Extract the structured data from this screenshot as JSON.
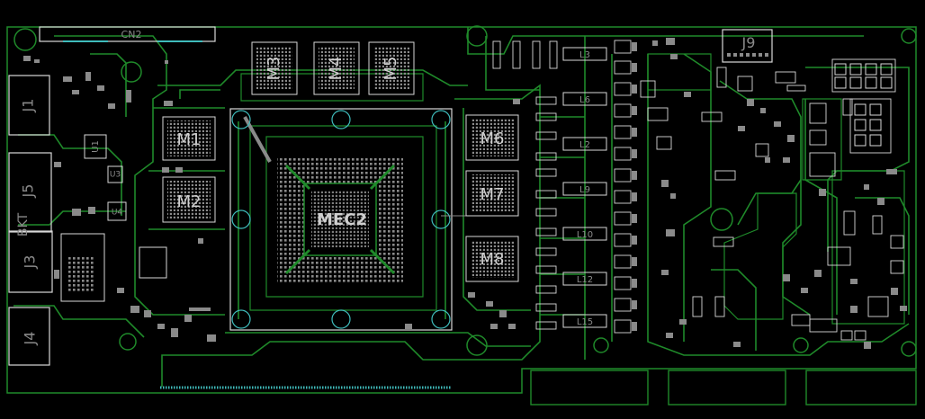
{
  "board": {
    "background": "#000000",
    "trace_color": "#1f8a2a",
    "silk_color": "#d8d8d8",
    "pad_color": "#8a8a8a",
    "via_color": "#3fbcbc"
  },
  "labels": {
    "cn2": "CN2",
    "j1": "J1",
    "j3": "J3",
    "j4": "J4",
    "j5": "J5",
    "j9": "J9",
    "bkt": "BKT",
    "u1": "U1",
    "u3": "U3",
    "u4": "U4",
    "gpu": "MEC2",
    "m1": "M1",
    "m2": "M2",
    "m3": "M3",
    "m4": "M4",
    "m5": "M5",
    "m6": "M6",
    "m7": "M7",
    "m8": "M8",
    "l3a": "L3",
    "l6": "L6",
    "l2": "L2",
    "l9": "L9",
    "l10": "L10",
    "l12": "L12",
    "l15": "L15"
  }
}
